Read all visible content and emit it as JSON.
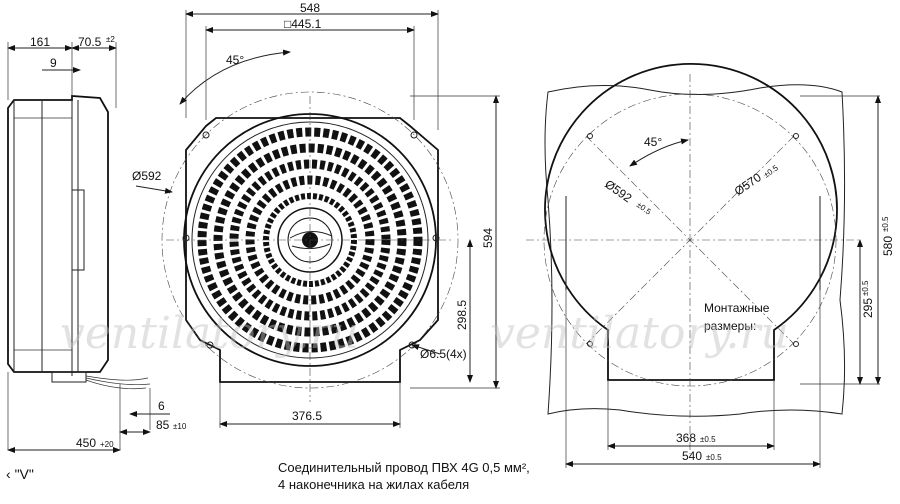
{
  "watermark": "ventilatory.ru",
  "view_label": "\"V\"",
  "caption": {
    "line1": "Соединительный провод ПВХ 4G 0,5 мм²,",
    "line2": "4 наконечника на жилах кабеля"
  },
  "side_view": {
    "dims": [
      "161",
      "70.5",
      "±2",
      "9",
      "6",
      "85",
      "±10",
      "450",
      "+20"
    ]
  },
  "front_view": {
    "dims": [
      "548",
      "□445.1",
      "45°",
      "Ø592",
      "594",
      "298.5",
      "Ø6.5(4x)",
      "376.5"
    ]
  },
  "mounting_view": {
    "label_line1": "Монтажные",
    "label_line2": "размеры:",
    "dims": [
      "45°",
      "Ø592",
      "±0.5",
      "Ø570",
      "±0.5",
      "580",
      "±0.5",
      "295",
      "±0.5",
      "368",
      "±0.5",
      "540",
      "±0.5"
    ]
  }
}
